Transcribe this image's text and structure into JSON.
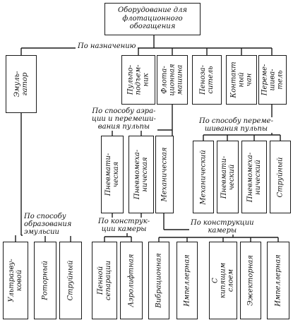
{
  "root": {
    "label": "Оборудование для\nфлотационного\nобогащения"
  },
  "edges": {
    "by_purpose": "По назначению",
    "aeration_method": "По способу аэра-\nции и перемеши-\nвания пульпы",
    "mixing_method": "По способу переме-\nшивания пульпы",
    "emulsion_method": "По способу\nобразования\nэмульсии",
    "design_left": "По конструк-\nции камеры",
    "design_right": "По конструкции\nкамеры"
  },
  "nodes": {
    "emulsifier": "Эмуль-\nгатор",
    "pulp_lifter": "Пульпо-\nподъем-\nник",
    "flotation_machine": "Флота-\nционная\nмашина",
    "defoamer": "Пеноза-\nситель",
    "contact_tank": "Контакт\nный\nчан",
    "agitator": "Переме-\nшива-\nтель",
    "pneumatic": "Пневмати-\nческая",
    "pneumomechanical": "Пневмомеха-\nническая",
    "mechanical": "Механическая",
    "mech_r": "Механический",
    "pneum_r": "Пневмати-\nческий",
    "pneumomech_r": "Пневмомеха-\nнический",
    "jet_r": "Струйный",
    "ultrasonic": "Ультразву-\nковой",
    "rotary": "Роторный",
    "jet_e": "Струйный",
    "foam_sep": "Пенной\nсепарации",
    "aerolift": "Аэролифтная",
    "vibrating": "Вибрационная",
    "impeller_l": "Импеллерная",
    "boiling_layer": "С\nкипящим\nслоем",
    "ejector": "Эжекторная",
    "impeller_r": "Импеллерная"
  }
}
